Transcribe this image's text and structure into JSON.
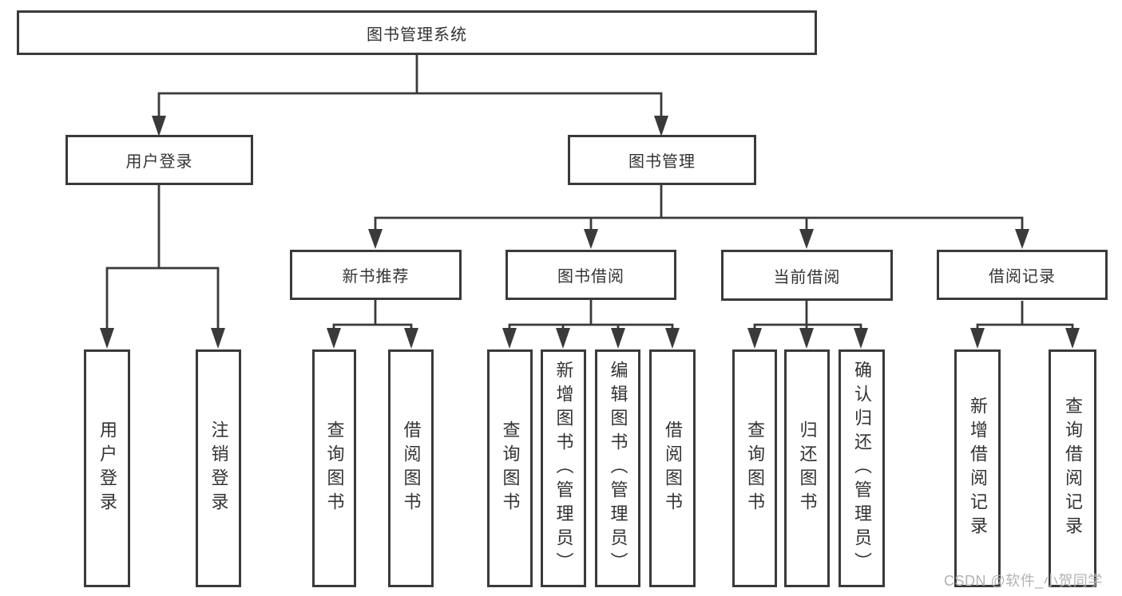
{
  "diagram": {
    "root": {
      "label": "图书管理系统"
    },
    "level1": [
      {
        "label": "用户登录"
      },
      {
        "label": "图书管理"
      }
    ],
    "level2": [
      {
        "label": "新书推荐"
      },
      {
        "label": "图书借阅"
      },
      {
        "label": "当前借阅"
      },
      {
        "label": "借阅记录"
      }
    ],
    "leaves": {
      "user_login": [
        {
          "label": "用户登录"
        },
        {
          "label": "注销登录"
        }
      ],
      "new_book_recommend": [
        {
          "label": "查询图书"
        },
        {
          "label": "借阅图书"
        }
      ],
      "book_borrow": [
        {
          "label": "查询图书"
        },
        {
          "label": "新增图书（管理员）"
        },
        {
          "label": "编辑图书（管理员）"
        },
        {
          "label": "借阅图书"
        }
      ],
      "current_borrow": [
        {
          "label": "查询图书"
        },
        {
          "label": "归还图书"
        },
        {
          "label": "确认归还（管理员）"
        }
      ],
      "borrow_records": [
        {
          "label": "新增借阅记录"
        },
        {
          "label": "查询借阅记录"
        }
      ]
    }
  },
  "watermark": {
    "text": "CSDN @软件_小贺同学"
  },
  "colors": {
    "line": "#3a3a3a",
    "box_border": "#3a3a3a",
    "text": "#333333",
    "watermark": "#b2b2b2",
    "background": "#ffffff"
  }
}
